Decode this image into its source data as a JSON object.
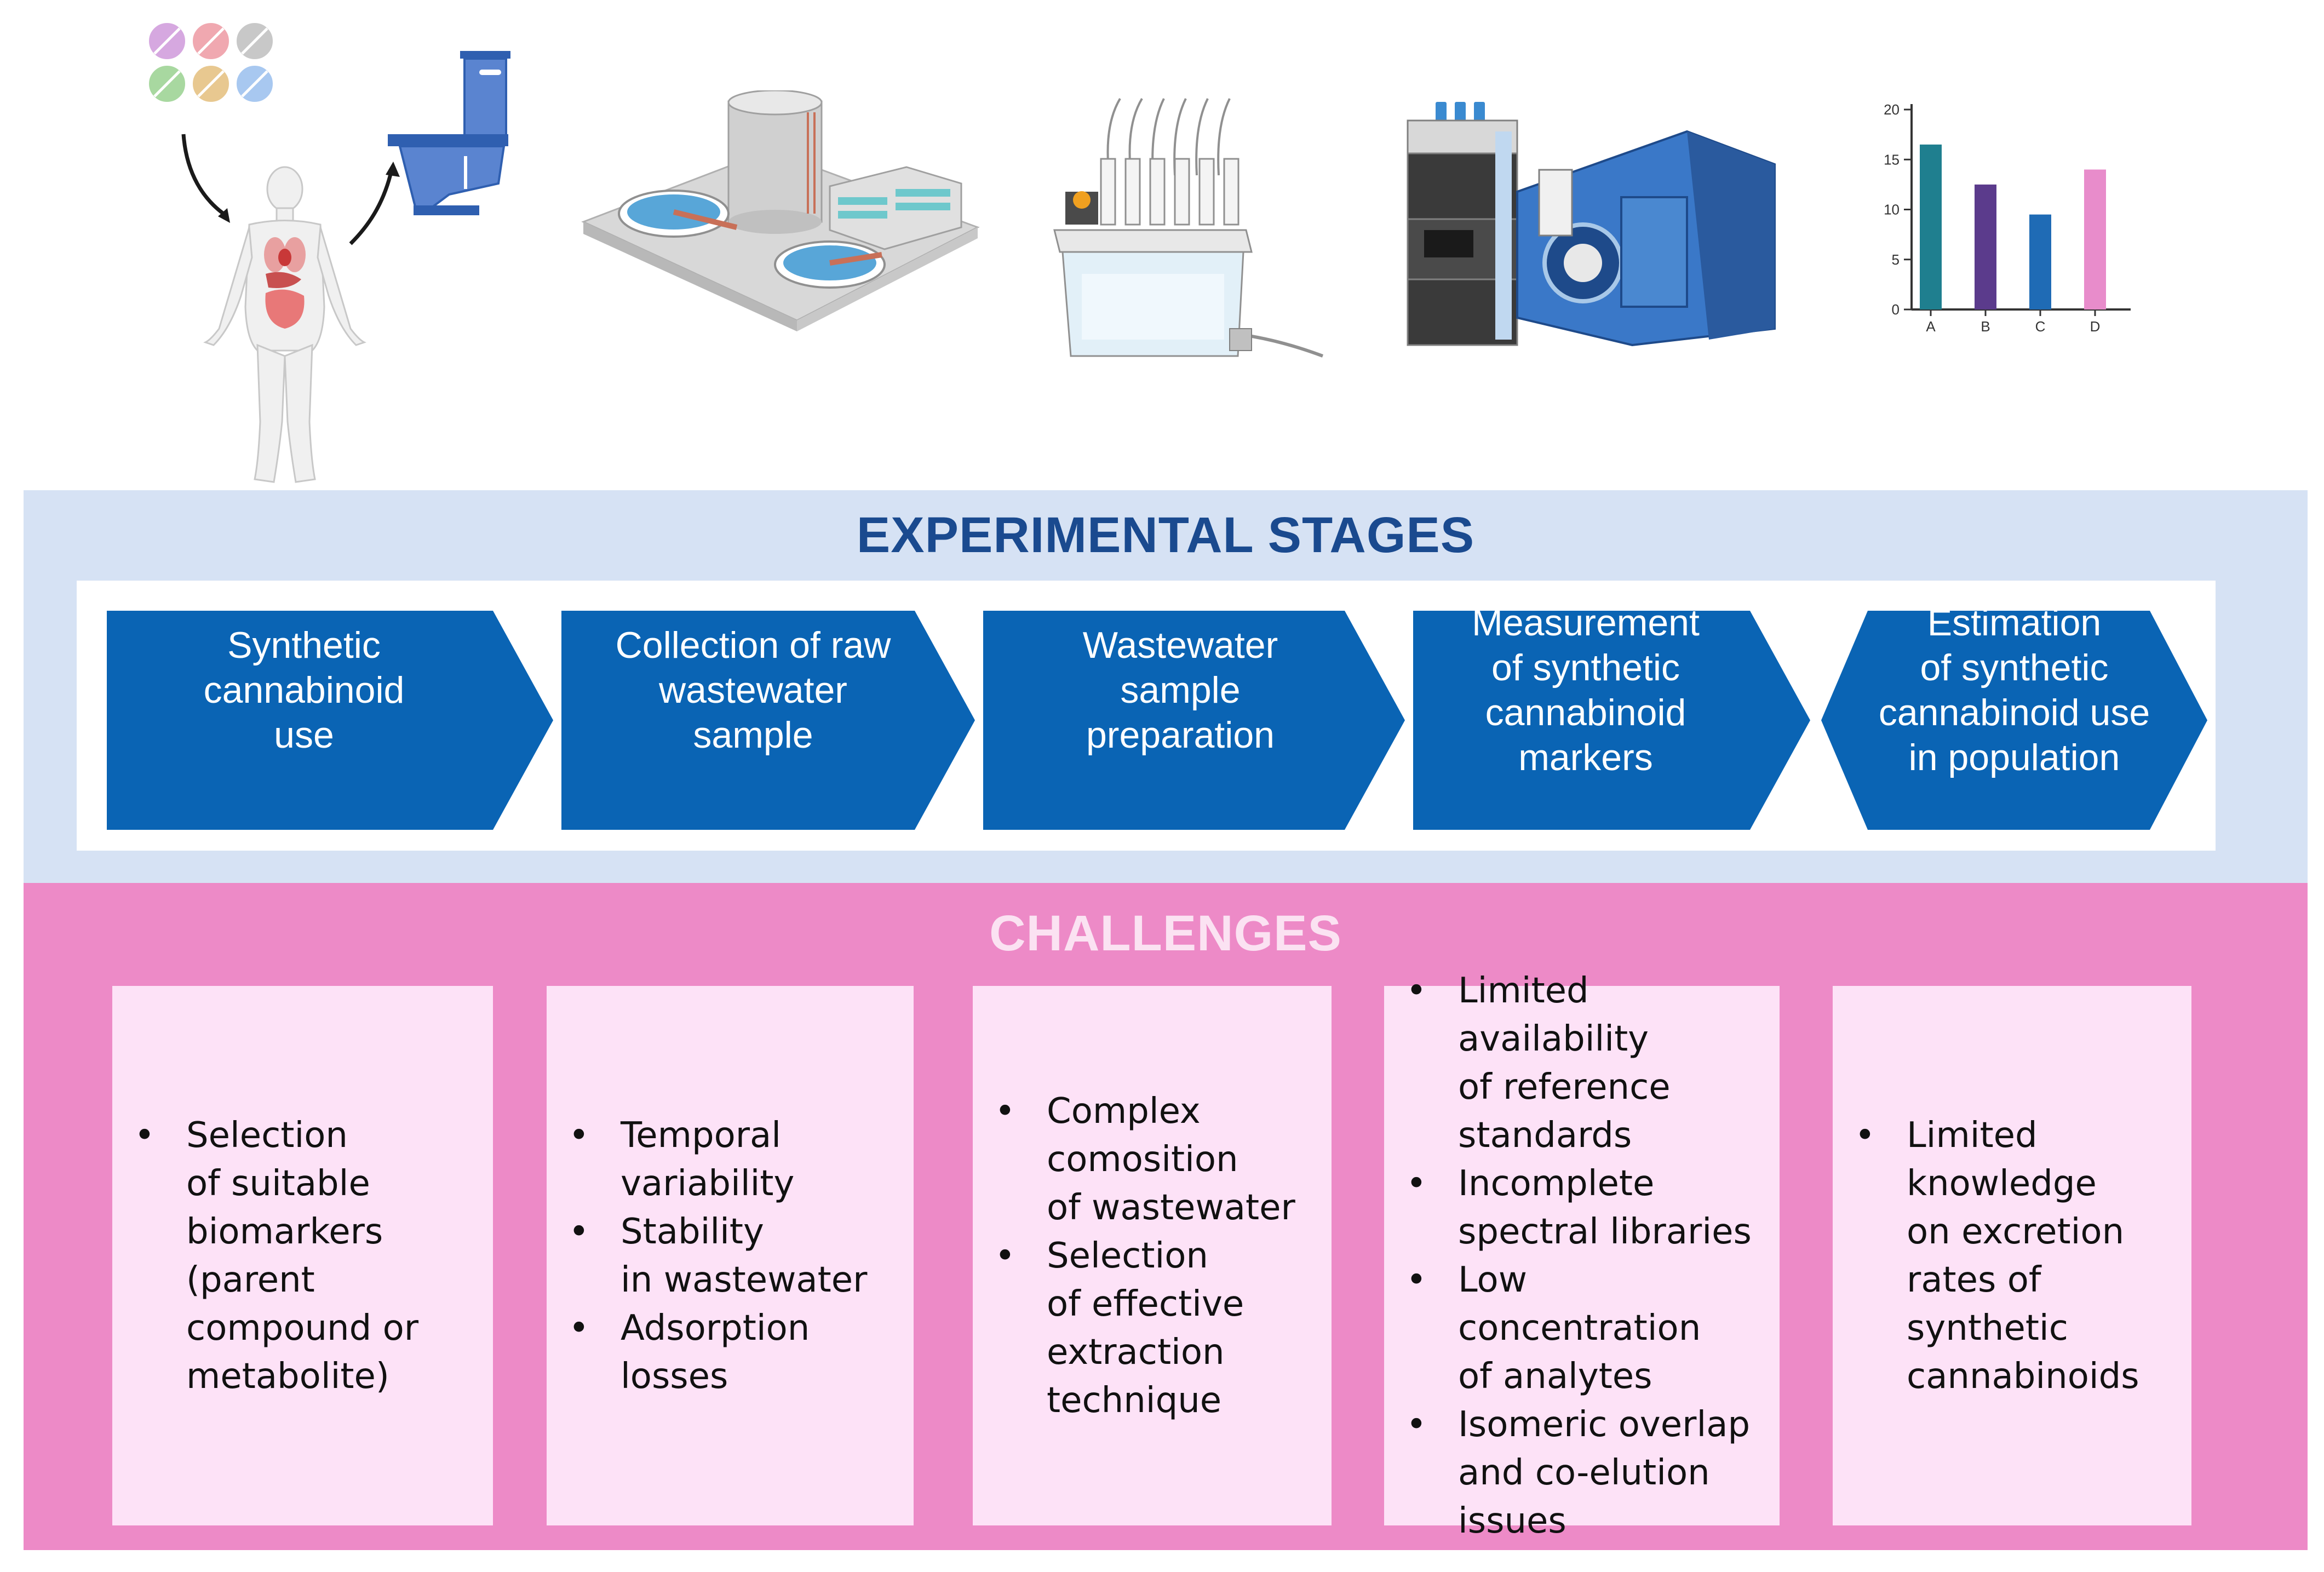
{
  "stages_title": "EXPERIMENTAL STAGES",
  "challenges_title": "CHALLENGES",
  "stages": [
    {
      "label": "Synthetic\ncannabinoid\nuse"
    },
    {
      "label": "Collection of raw\nwastewater\nsample"
    },
    {
      "label": "Wastewater\nsample\npreparation"
    },
    {
      "label": "Measurement\nof synthetic\ncannabinoid\nmarkers"
    },
    {
      "label": "Estimation\nof synthetic\ncannabinoid use\nin population"
    }
  ],
  "challenges": [
    {
      "items": [
        "Selection\nof suitable\nbiomarkers\n(parent\ncompound or\nmetabolite)"
      ]
    },
    {
      "items": [
        "Temporal\nvariability",
        "Stability\nin wastewater",
        "Adsorption\nlosses"
      ]
    },
    {
      "items": [
        "Complex\ncomosition\nof wastewater",
        "Selection\nof effective\nextraction\ntechnique"
      ]
    },
    {
      "items": [
        "Limited availability\nof reference\nstandards",
        "Incomplete\nspectral libraries",
        "Low concentration\nof analytes",
        "Isomeric overlap\nand co-elution\nissues"
      ]
    },
    {
      "items": [
        "Limited\nknowledge\non excretion\nrates of\nsynthetic\ncannabinoids"
      ]
    }
  ],
  "mini_chart": {
    "chart_data": {
      "type": "bar",
      "categories": [
        "A",
        "B",
        "C",
        "D"
      ],
      "values": [
        16.5,
        12.5,
        9.5,
        14
      ],
      "yticks": [
        "0",
        "5",
        "10",
        "15",
        "20"
      ],
      "ylim": [
        0,
        20
      ],
      "colors": [
        "#1f7f8f",
        "#5b3b8c",
        "#1f6bb5",
        "#e88ccb"
      ]
    }
  },
  "colors": {
    "stage_blue": "#0a64b4",
    "stages_band": "#d6e2f4",
    "challenges_band": "#ed8ac7",
    "card": "#fde2f7"
  },
  "icons": [
    "pills-icon",
    "human-body-icon",
    "toilet-icon",
    "treatment-plant-icon",
    "spe-manifold-icon",
    "lc-ms-instrument-icon",
    "bar-chart-icon"
  ]
}
